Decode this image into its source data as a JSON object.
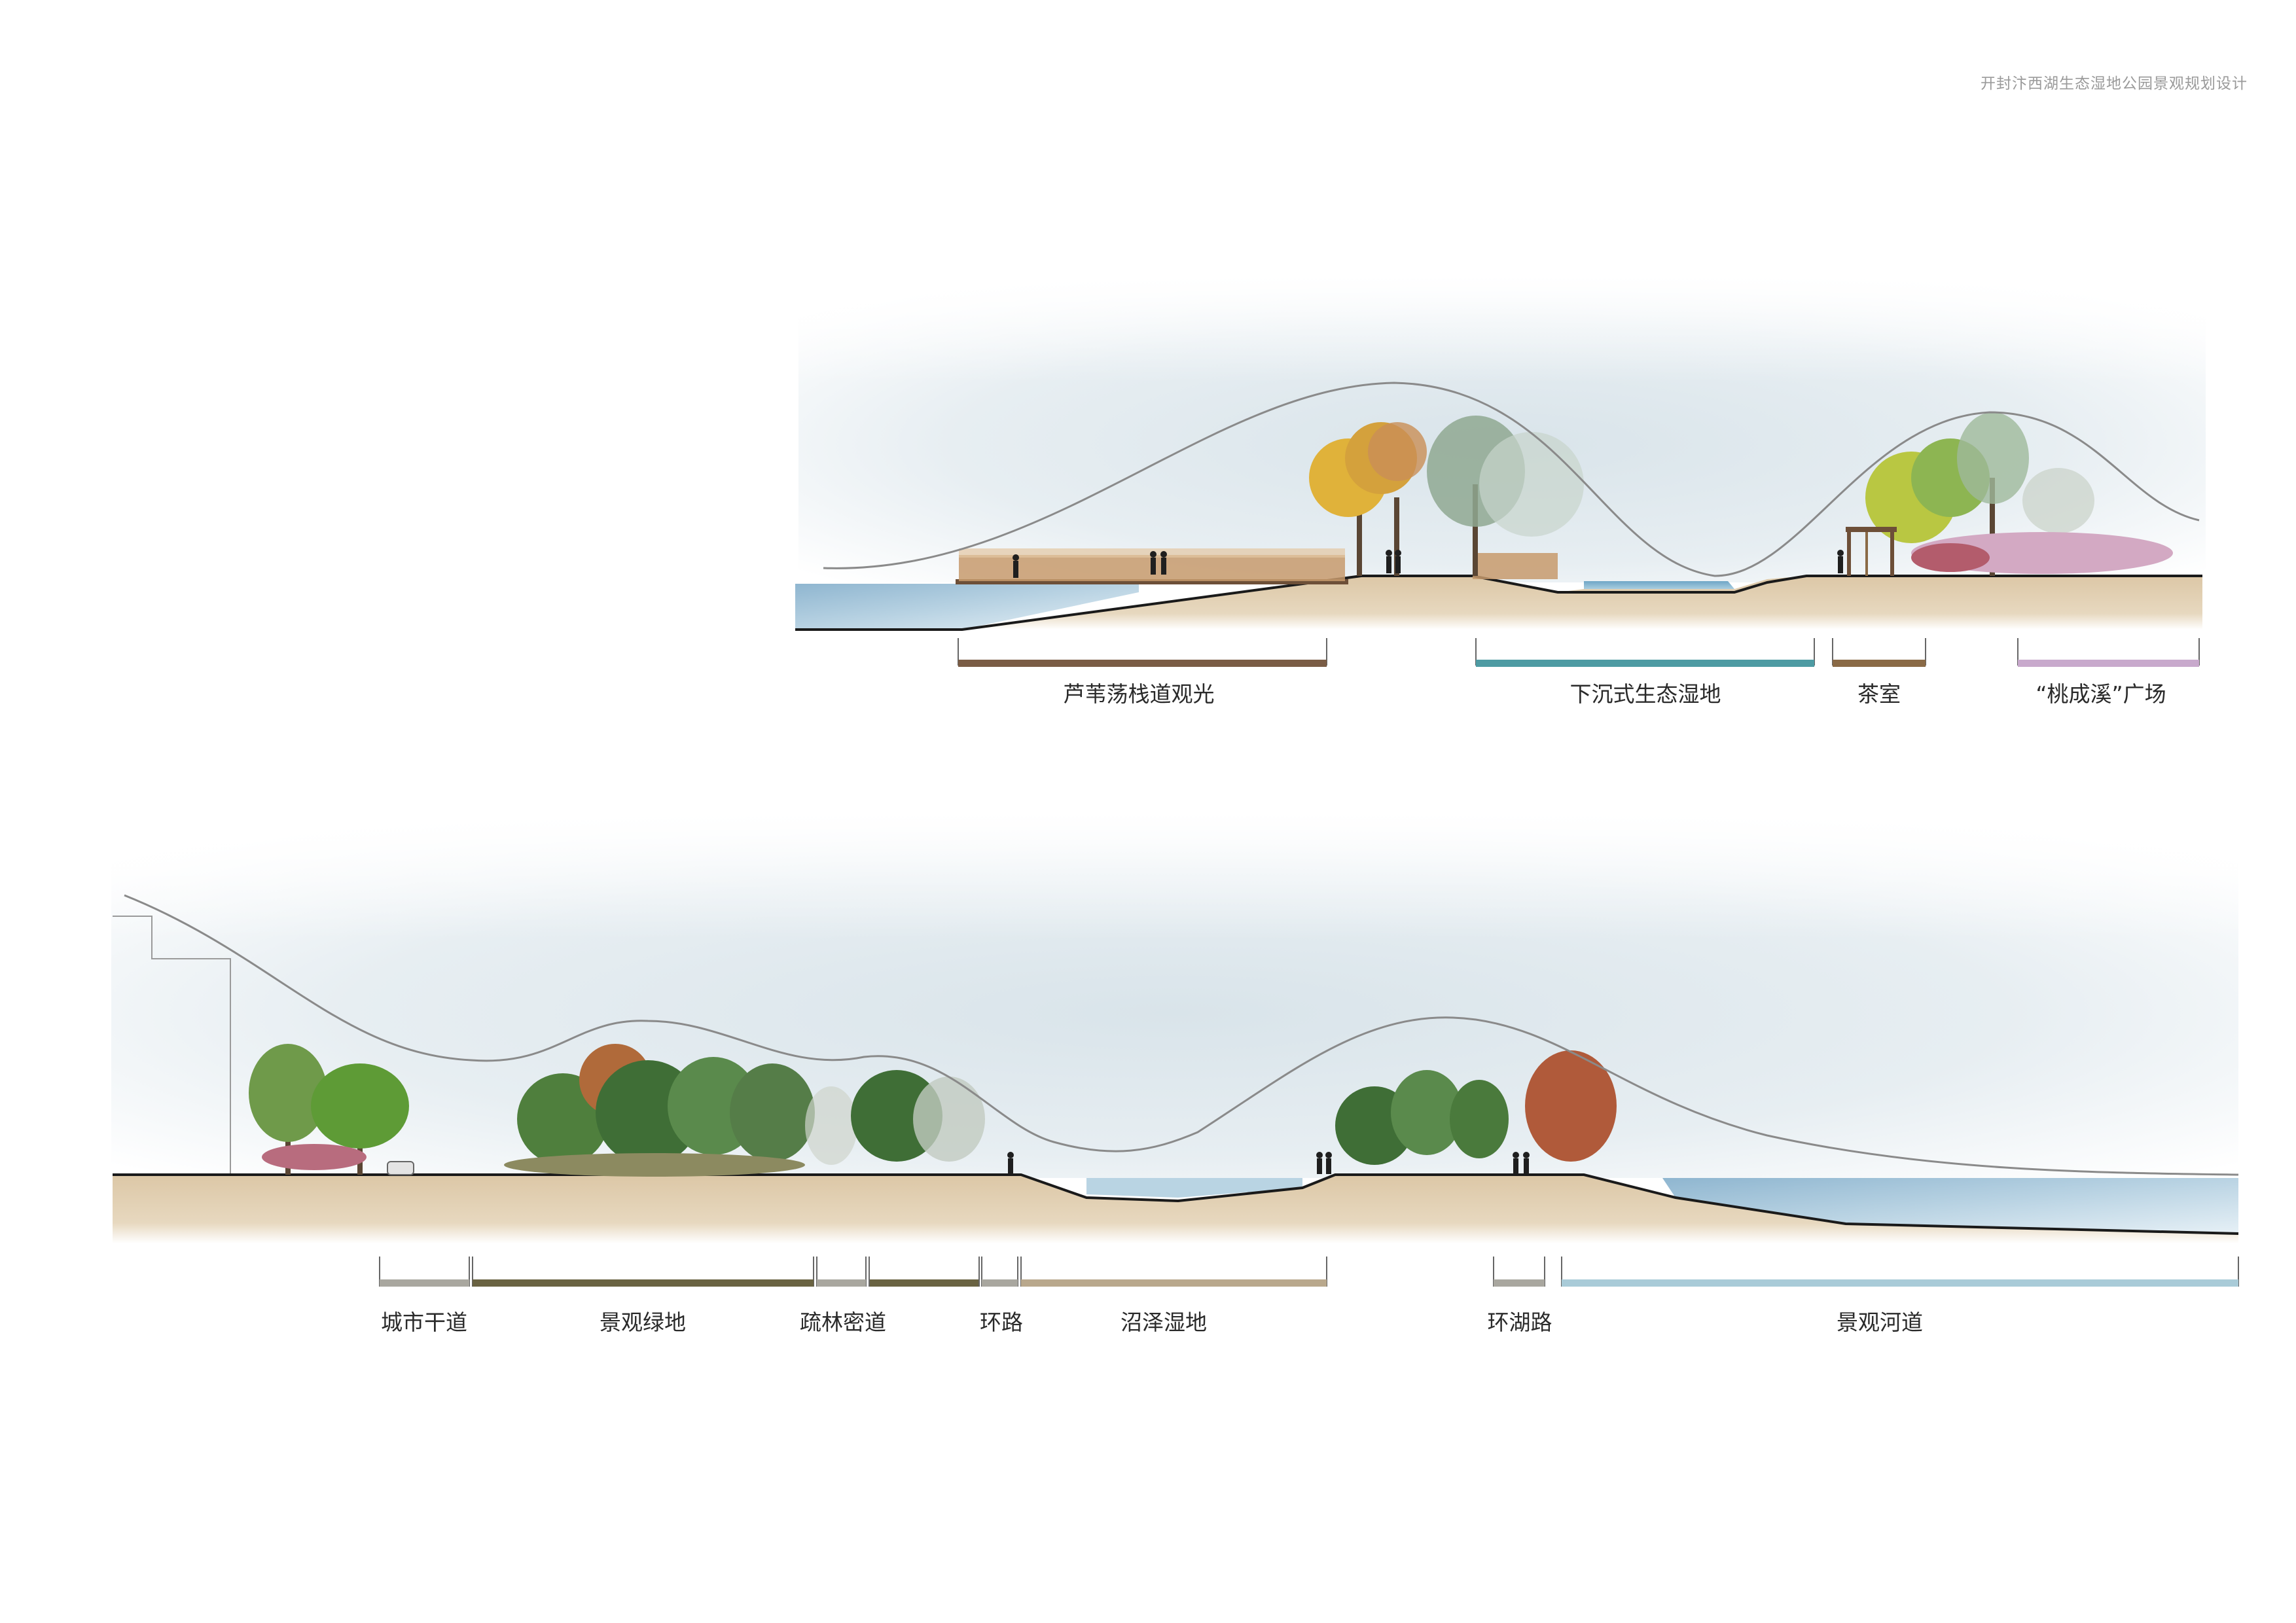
{
  "header": {
    "title": "开封汴西湖生态湿地公园景观规划设计"
  },
  "section_upper": {
    "zones": [
      {
        "label": "芦苇荡栈道观光",
        "color": "#7a5c45"
      },
      {
        "label": "下沉式生态湿地",
        "color": "#4e9ba3"
      },
      {
        "label": "茶室",
        "color": "#8a6a46"
      },
      {
        "label": "“桃成溪”广场",
        "color": "#c8a9cc"
      }
    ]
  },
  "section_lower": {
    "zones": [
      {
        "label": "城市干道",
        "color": "#a9a79f"
      },
      {
        "label": "景观绿地",
        "color": "#6a6342"
      },
      {
        "label": "疏林密道",
        "color": "#a9a79f"
      },
      {
        "label": "环路",
        "color": "#a9a79f"
      },
      {
        "label": "沼泽湿地",
        "color": "#b9a88c"
      },
      {
        "label": "环湖路",
        "color": "#a9a79f"
      },
      {
        "label": "景观河道",
        "color": "#a9cbd8"
      }
    ]
  }
}
